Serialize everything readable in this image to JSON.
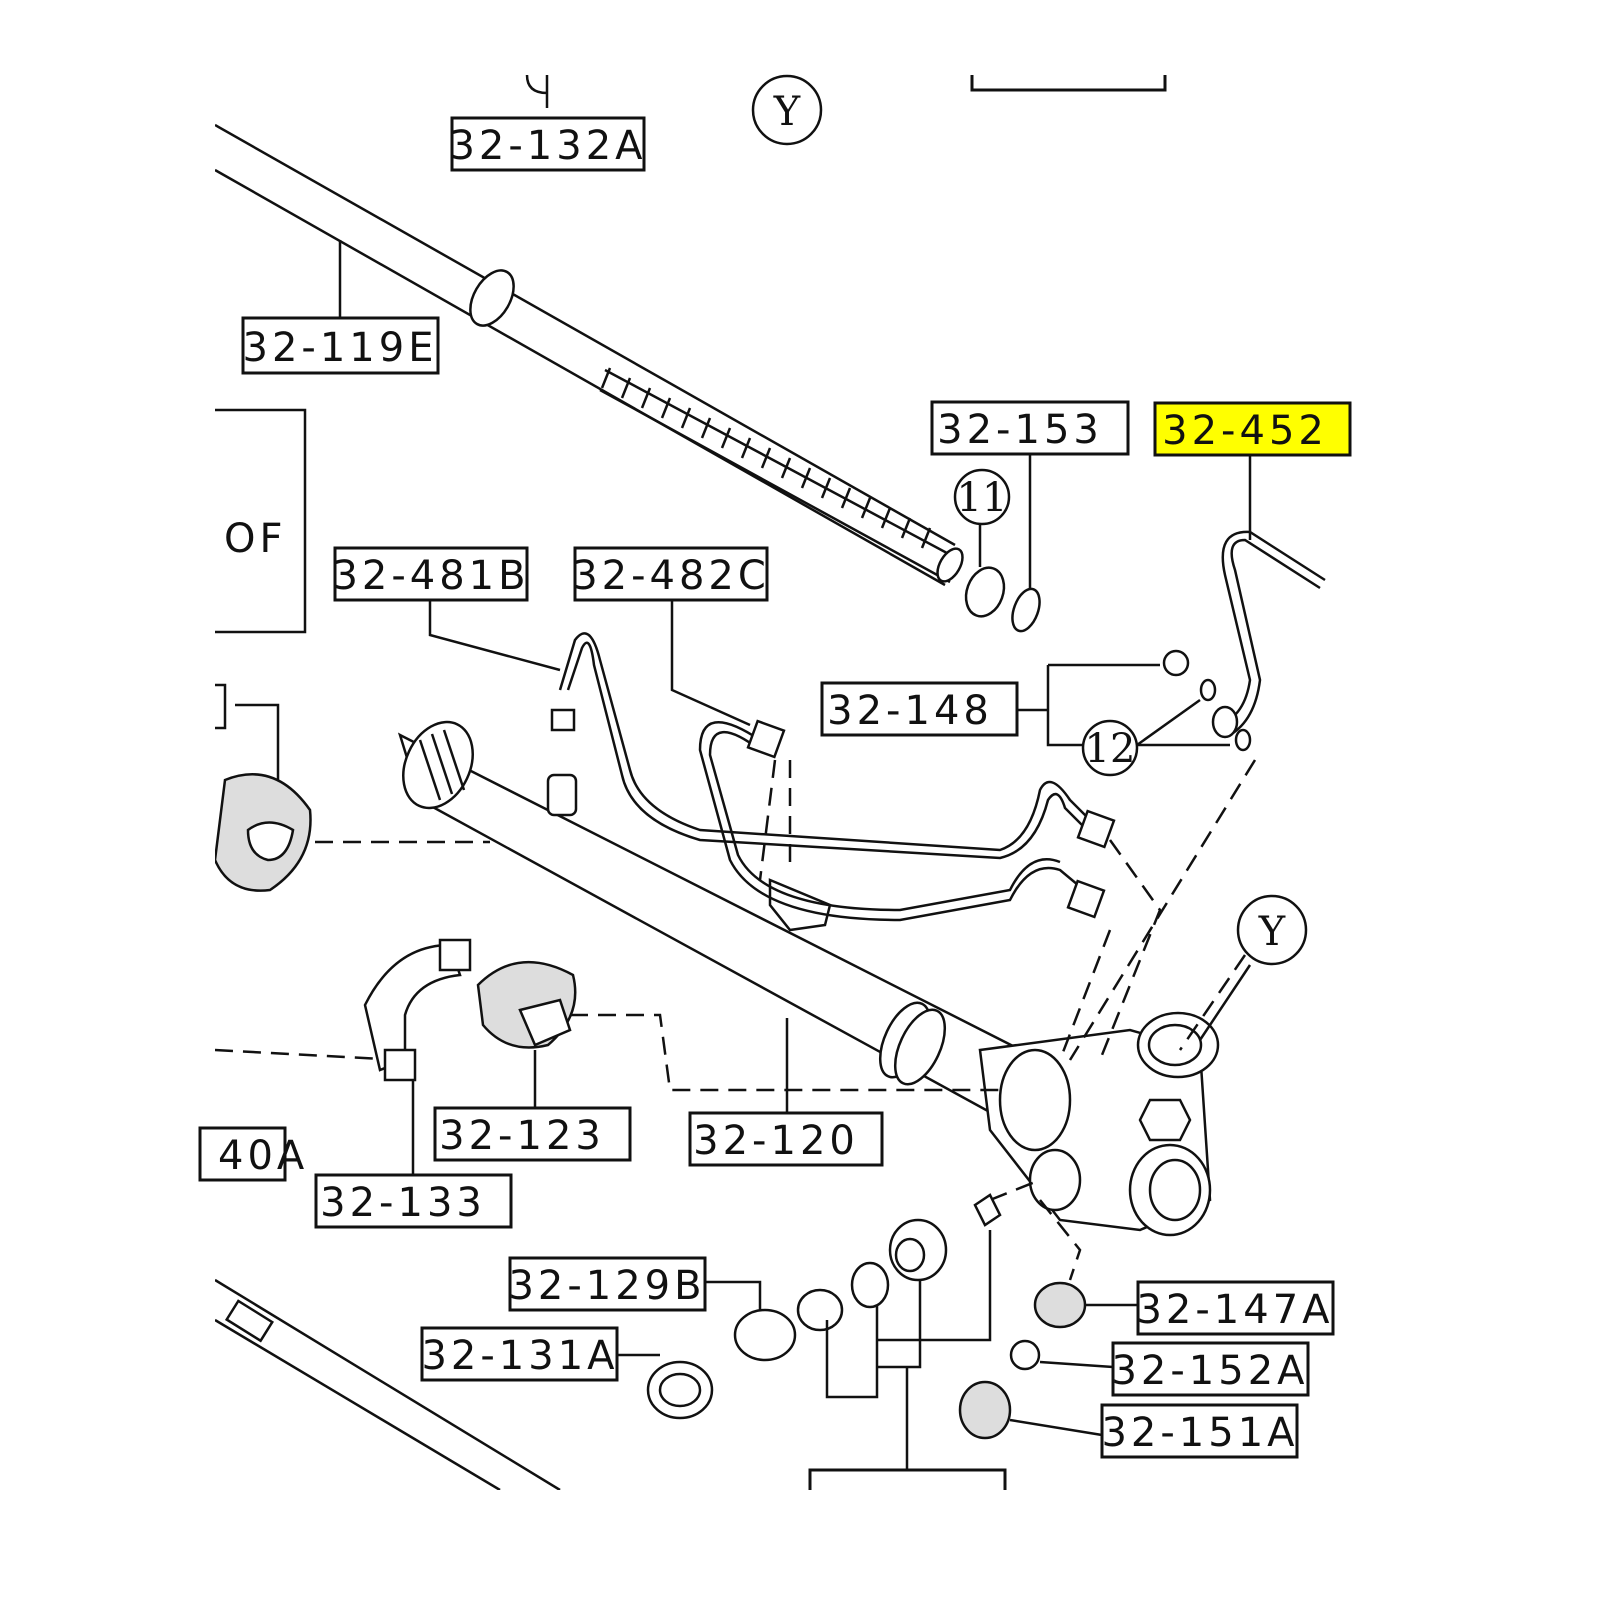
{
  "diagram": {
    "highlight_color": "#ffff00",
    "labels": {
      "p132a": "32-132A",
      "p119e": "32-119E",
      "p153": "32-153",
      "p452": "32-452",
      "p481b": "32-481B",
      "p482c": "32-482C",
      "p148": "32-148",
      "p123": "32-123",
      "p120": "32-120",
      "p40a": "40A",
      "p133": "32-133",
      "p129b": "32-129B",
      "p131a": "32-131A",
      "p147a": "32-147A",
      "p152a": "32-152A",
      "p151a": "32-151A"
    },
    "callouts": {
      "y_top": "Y",
      "y_right": "Y",
      "c11": "11",
      "c12": "12"
    },
    "side_note": "OF"
  }
}
